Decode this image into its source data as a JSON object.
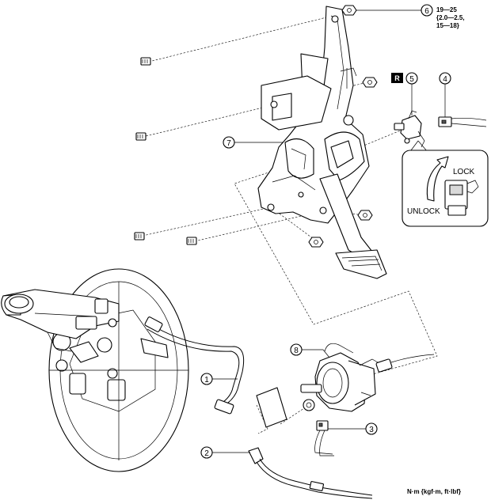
{
  "callouts": [
    "1",
    "2",
    "3",
    "4",
    "5",
    "6",
    "7",
    "8"
  ],
  "torque_spec": {
    "line1": "19—25",
    "line2": "{2.0—2.5,",
    "line3": "15—18}"
  },
  "badge": "R",
  "lock_inset": {
    "lock_label": "LOCK",
    "unlock_label": "UNLOCK"
  },
  "units_note": "N·m {kgf·m, ft·lbf}"
}
